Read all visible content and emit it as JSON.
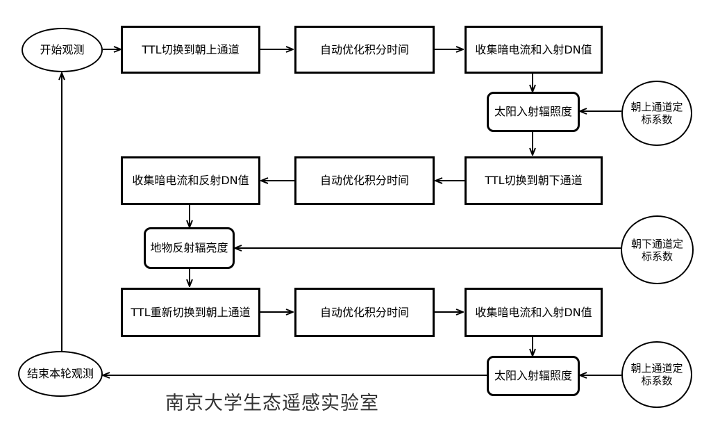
{
  "nodes": {
    "start": "开始观测",
    "ttl_up_1": "TTL切换到朝上通道",
    "opt_1": "自动优化积分时间",
    "collect_in_1": "收集暗电流和入射DN值",
    "sun_1": "太阳入射辐照度",
    "cal_up_1": "朝上通道定标系数",
    "ttl_down": "TTL切换到朝下通道",
    "opt_2": "自动优化积分时间",
    "collect_ref": "收集暗电流和反射DN值",
    "ground": "地物反射辐亮度",
    "cal_down": "朝下通道定标系数",
    "ttl_up_2": "TTL重新切换到朝上通道",
    "opt_3": "自动优化积分时间",
    "collect_in_2": "收集暗电流和入射DN值",
    "sun_2": "太阳入射辐照度",
    "cal_up_2": "朝上通道定标系数",
    "end": "结束本轮观测"
  },
  "footer": "南京大学生态遥感实验室"
}
